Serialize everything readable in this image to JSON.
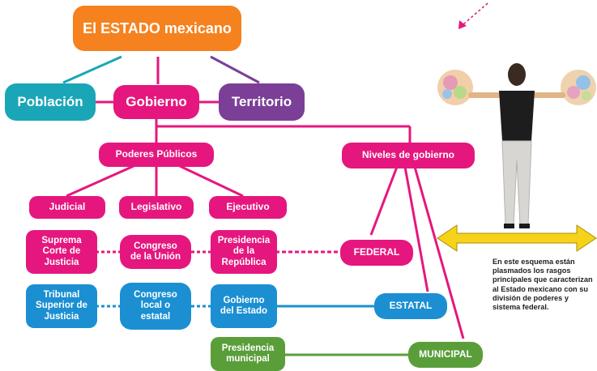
{
  "diagram": {
    "title": "El ESTADO mexicano",
    "elements": {
      "poblacion": "Población",
      "gobierno": "Gobierno",
      "territorio": "Territorio"
    },
    "poderes_publicos": {
      "label": "Poderes Públicos",
      "judicial": "Judicial",
      "legislativo": "Legislativo",
      "ejecutivo": "Ejecutivo"
    },
    "niveles": {
      "label": "Niveles de gobierno",
      "federal": "FEDERAL",
      "estatal": "ESTATAL",
      "municipal": "MUNICIPAL"
    },
    "federal_row": {
      "judicial": "Suprema Corte de Justicia",
      "legislativo": "Congreso de la Unión",
      "ejecutivo": "Presidencia de la República"
    },
    "estatal_row": {
      "judicial": "Tribunal Superior de Justicia",
      "legislativo": "Congreso local o estatal",
      "ejecutivo": "Gobierno del Estado"
    },
    "municipal_row": {
      "ejecutivo": "Presidencia municipal"
    }
  },
  "caption": "En este esquema están plasmados los rasgos principales que caracterizan al Estado mexicano con su división de poderes y sistema federal.",
  "colors": {
    "orange": "#f5821f",
    "teal": "#1aa6b7",
    "pink": "#e5177e",
    "purple": "#7b3f97",
    "blue": "#1b8fd2",
    "green": "#5a9e3a"
  }
}
